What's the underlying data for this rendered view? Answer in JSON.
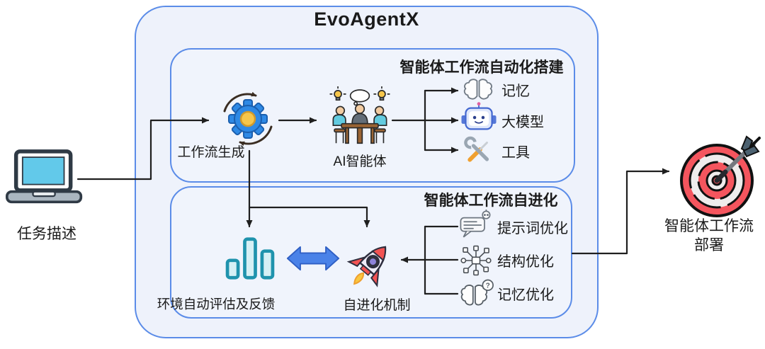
{
  "title": "EvoAgentX",
  "input": {
    "label": "任务描述"
  },
  "output": {
    "label_line1": "智能体工作流",
    "label_line2": "部署"
  },
  "top_box": {
    "header": "智能体工作流自动化搭建",
    "workflow_gen_label": "工作流生成",
    "ai_agents_label": "AI智能体",
    "items": [
      {
        "label": "记忆",
        "icon": "brain-icon"
      },
      {
        "label": "大模型",
        "icon": "robot-icon"
      },
      {
        "label": "工具",
        "icon": "tools-icon"
      }
    ]
  },
  "bottom_box": {
    "header": "智能体工作流自进化",
    "evaluation_label": "环境自动评估及反馈",
    "mechanism_label": "自进化机制",
    "items": [
      {
        "label": "提示词优化",
        "icon": "prompt-bubble-icon"
      },
      {
        "label": "结构优化",
        "icon": "structure-graph-icon"
      },
      {
        "label": "记忆优化",
        "icon": "brain-question-icon"
      }
    ]
  },
  "icons": {
    "question_mark": "?",
    "input": "laptop-icon",
    "workflow_gen": "gear-cycle-icon",
    "ai_agents": "agents-meeting-icon",
    "evaluation": "bar-chart-icon",
    "exchange": "double-arrow-icon",
    "mechanism": "rocket-icon",
    "deployment": "target-dart-icon"
  },
  "colors": {
    "box_border": "#5b8ce8",
    "box_fill": "#eef2fb",
    "connector": "#1f1f1f",
    "accent_blue": "#4a82e8",
    "gear_blue": "#2e89e5",
    "gear_center_yellow": "#f6c64b",
    "bar_teal": "#1f93ad",
    "rocket_red": "#f25353",
    "target_red": "#f4555e",
    "laptop_screen_cyan": "#62c9ea"
  }
}
